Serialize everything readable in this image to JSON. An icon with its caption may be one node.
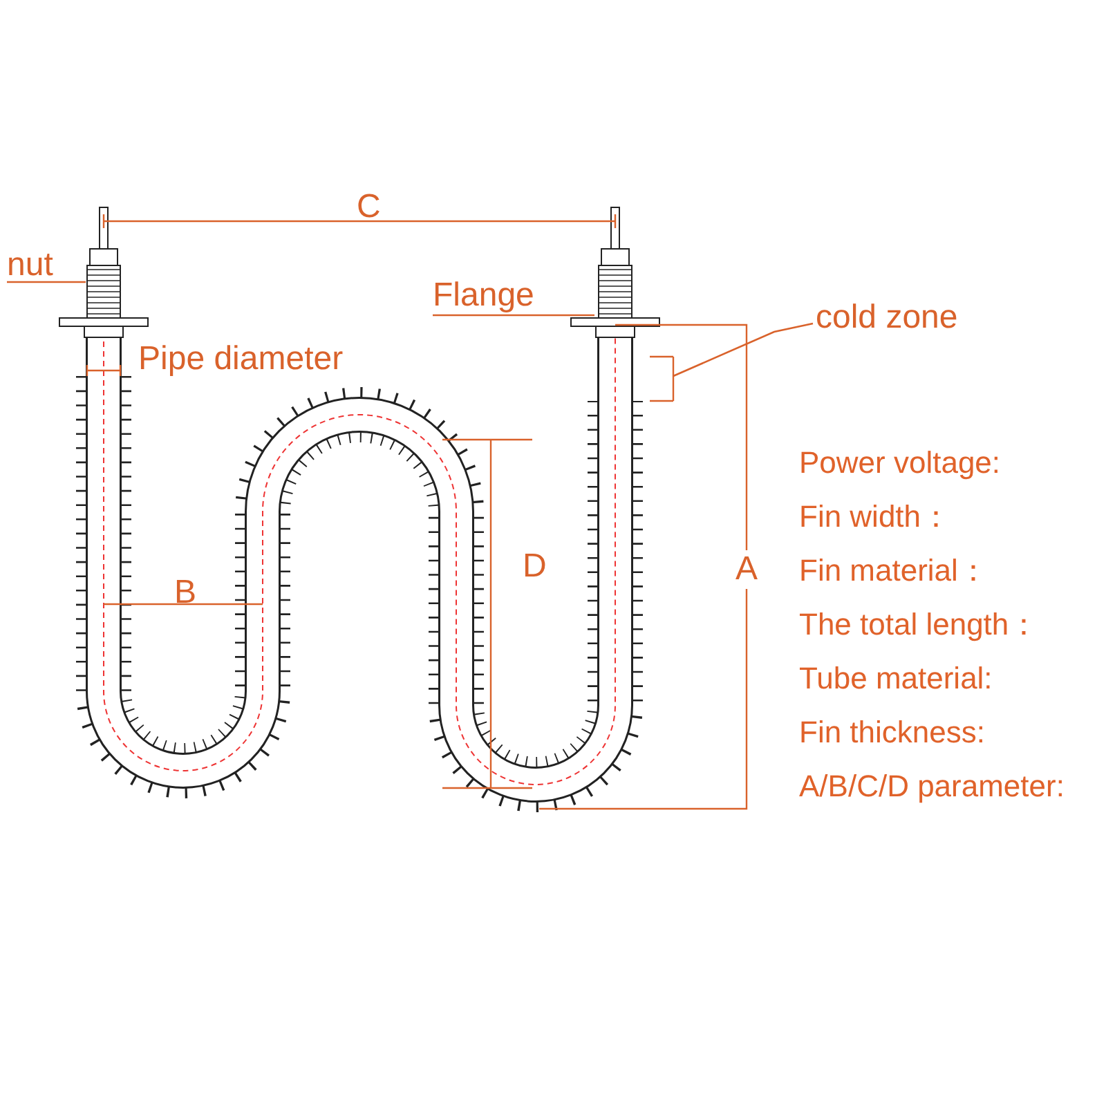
{
  "diagram": {
    "nodes": [
      {
        "text": [
          "nut"
        ]
      },
      {
        "text": [
          "Flange"
        ]
      },
      {
        "text": [
          "cold zone"
        ]
      }
    ],
    "edges": [
      {
        "from": 0,
        "to": null,
        "arrow": "none"
      },
      {
        "from": 1,
        "to": null,
        "arrow": "none"
      },
      {
        "from": 2,
        "to": null,
        "arrow": "none"
      }
    ],
    "labels": [
      "C",
      "Pipe diameter",
      "D",
      "A",
      "B",
      "Power voltage:",
      "Fin width：",
      "Fin material：",
      "The total length：",
      "Tube material:",
      "Fin thickness:",
      "A/B/C/D parameter:"
    ]
  }
}
